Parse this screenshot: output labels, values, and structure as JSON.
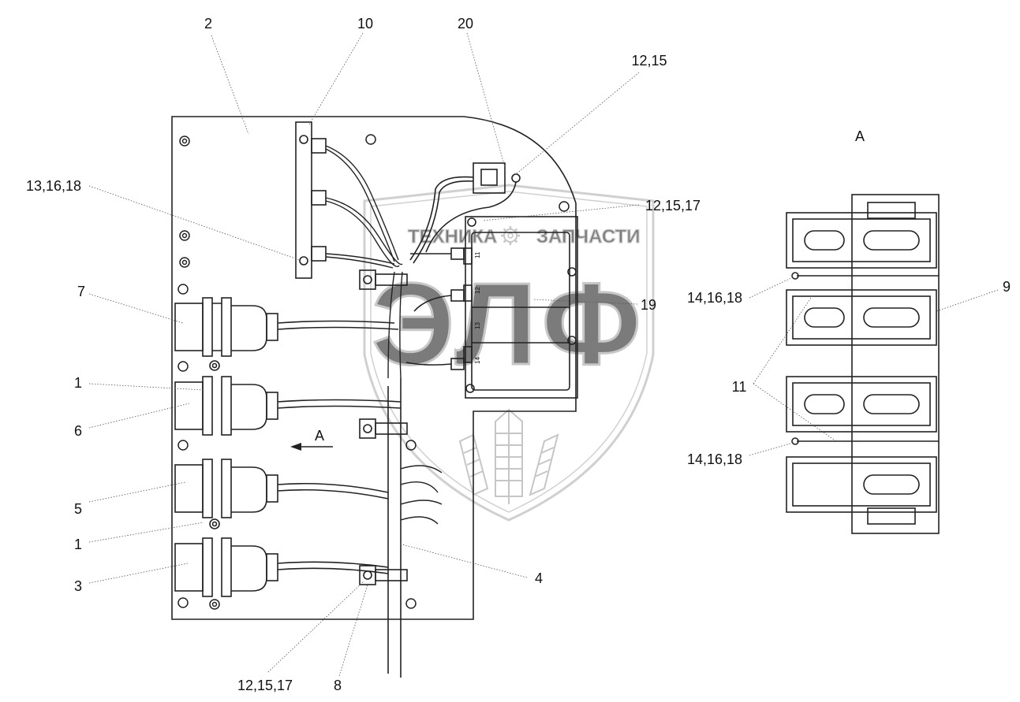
{
  "diagram": {
    "view_label": "A",
    "arrow_label": "A",
    "callouts": {
      "c2": "2",
      "c10": "10",
      "c20": "20",
      "c12_15_top": "12,15",
      "c13_16_18": "13,16,18",
      "c12_15_17_right": "12,15,17",
      "c7": "7",
      "c1_upper": "1",
      "c6": "6",
      "c5": "5",
      "c1_lower": "1",
      "c3": "3",
      "c19": "19",
      "c4": "4",
      "c12_15_17_bottom": "12,15,17",
      "c8": "8",
      "c14_16_18_upper": "14,16,18",
      "c14_16_18_lower": "14,16,18",
      "c11": "11",
      "c9": "9"
    },
    "terminal_labels": [
      "11",
      "12",
      "13",
      "14"
    ]
  },
  "watermark": {
    "left_text": "ТЕХНИКА",
    "right_text": "ЗАПЧАСТИ",
    "gear_icon": "gear-icon",
    "logo_letters": "ЭЛФ",
    "color": "#b9b9b9"
  },
  "colors": {
    "line": "#222222",
    "background": "#ffffff"
  }
}
